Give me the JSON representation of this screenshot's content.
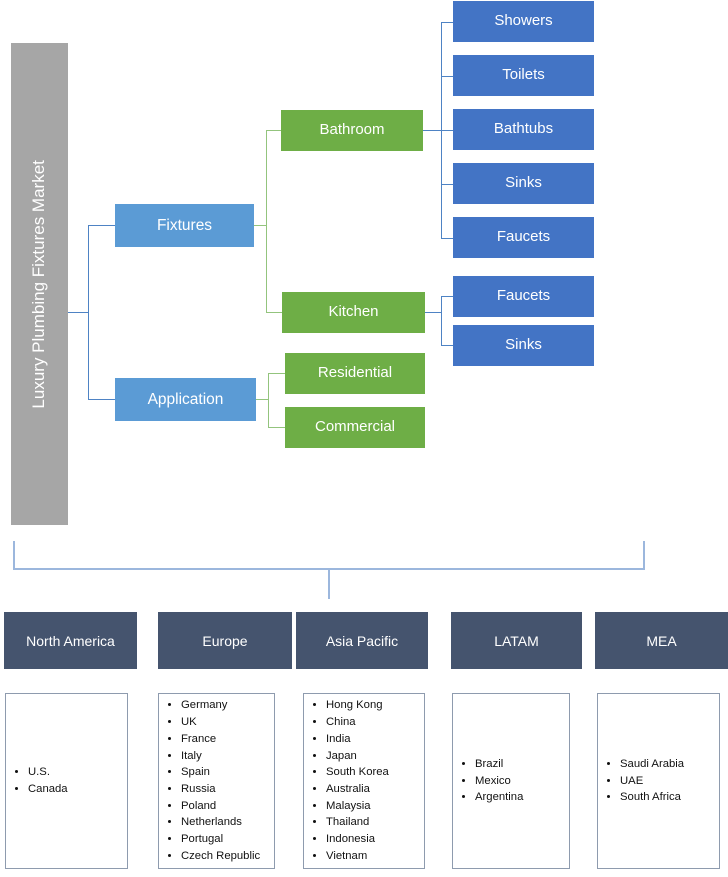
{
  "root": {
    "label": "Luxury Plumbing Fixtures Market"
  },
  "segments": [
    {
      "label": "Fixtures"
    },
    {
      "label": "Application"
    }
  ],
  "subsegments": [
    {
      "label": "Bathroom"
    },
    {
      "label": "Kitchen"
    },
    {
      "label": "Residential"
    },
    {
      "label": "Commercial"
    }
  ],
  "products": {
    "bathroom": [
      {
        "label": "Showers"
      },
      {
        "label": "Toilets"
      },
      {
        "label": "Bathtubs"
      },
      {
        "label": "Sinks"
      },
      {
        "label": "Faucets"
      }
    ],
    "kitchen": [
      {
        "label": "Faucets"
      },
      {
        "label": "Sinks"
      }
    ]
  },
  "regions": [
    {
      "name": "North America",
      "countries": [
        "U.S.",
        "Canada"
      ]
    },
    {
      "name": "Europe",
      "countries": [
        "Germany",
        "UK",
        "France",
        "Italy",
        "Spain",
        "Russia",
        "Poland",
        "Netherlands",
        "Portugal",
        "Czech Republic"
      ]
    },
    {
      "name": "Asia Pacific",
      "countries": [
        "Hong Kong",
        "China",
        "India",
        "Japan",
        "South Korea",
        "Australia",
        "Malaysia",
        "Thailand",
        "Indonesia",
        "Vietnam"
      ]
    },
    {
      "name": "LATAM",
      "countries": [
        "Brazil",
        "Mexico",
        "Argentina"
      ]
    },
    {
      "name": "MEA",
      "countries": [
        "Saudi Arabia",
        "UAE",
        "South Africa"
      ]
    }
  ],
  "colors": {
    "root": "#a6a6a6",
    "segment": "#5b9bd5",
    "subsegment": "#6eae46",
    "product": "#4374c5",
    "region_header": "#45546e",
    "connector_blue": "#4e83c4",
    "connector_green": "#93c47d",
    "connector_thick": "#9cb7dd"
  }
}
